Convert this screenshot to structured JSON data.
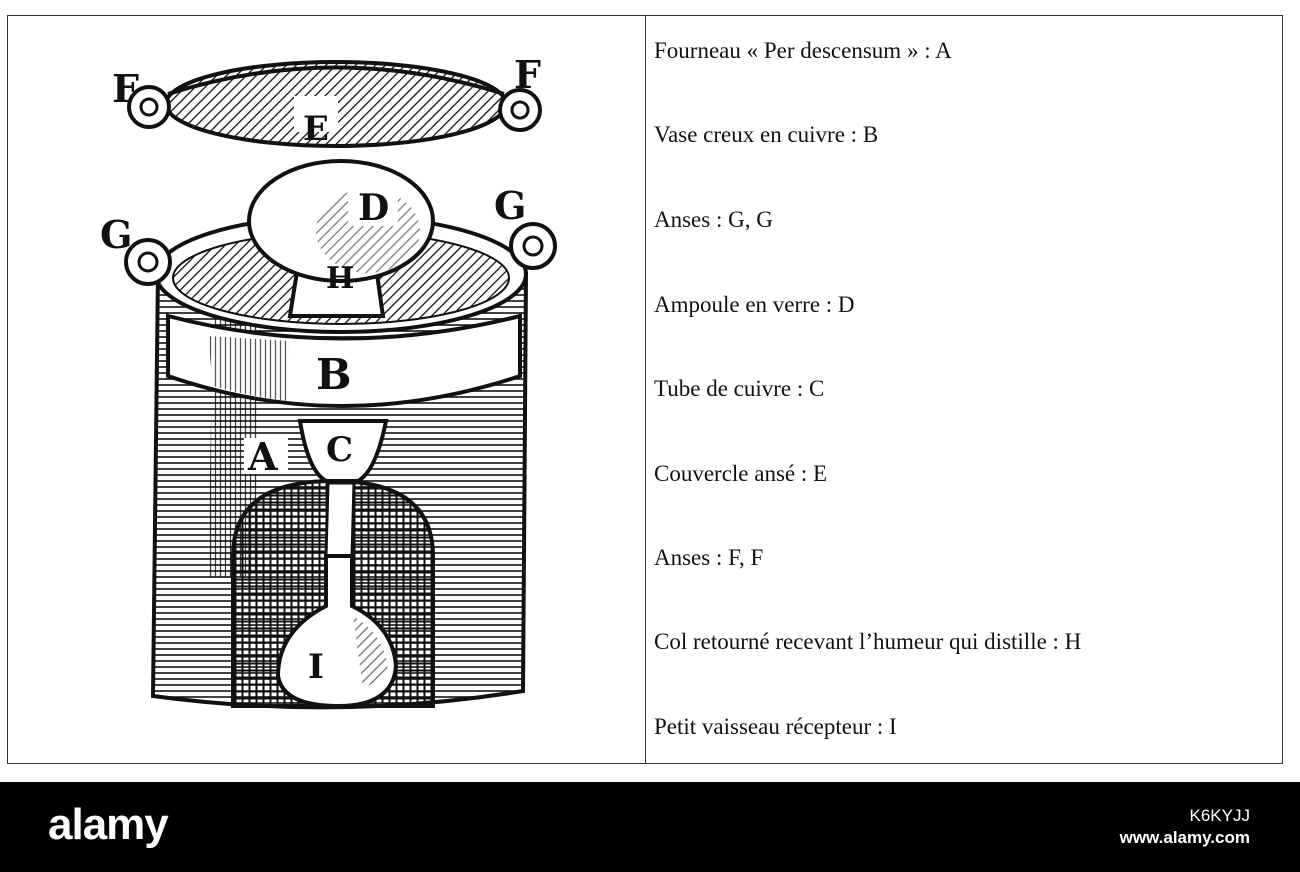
{
  "diagram": {
    "labels": {
      "F_left": "F",
      "F_right": "F",
      "E": "E",
      "D": "D",
      "G_left": "G",
      "G_right": "G",
      "H": "H",
      "B": "B",
      "C": "C",
      "A": "A",
      "I": "I"
    }
  },
  "legend": [
    "Fourneau « Per descensum » : A",
    "Vase creux en cuivre : B",
    "Anses : G, G",
    "Ampoule en verre : D",
    "Tube de cuivre : C",
    "Couvercle ansé : E",
    "Anses : F, F",
    "Col retourné recevant l’humeur qui distille : H",
    "Petit vaisseau récepteur : I"
  ],
  "footer": {
    "brand": "alamy",
    "code": "K6KYJJ",
    "site": "www.alamy.com"
  }
}
